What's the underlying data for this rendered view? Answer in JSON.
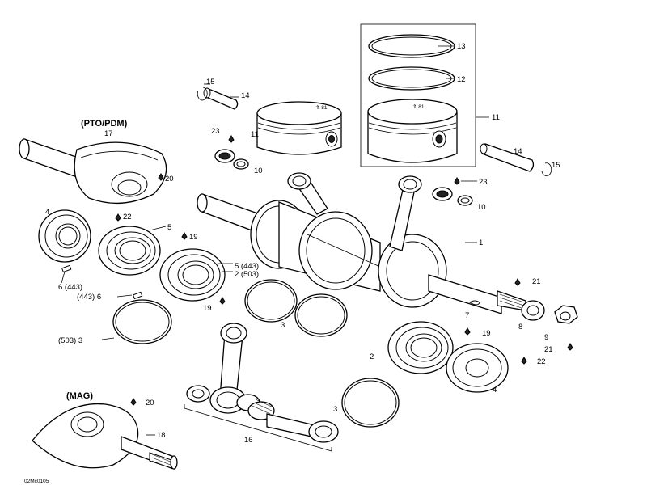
{
  "headers": {
    "pto": "(PTO/PDM)",
    "mag": "(MAG)"
  },
  "image_code": "02Mc0105",
  "callouts": {
    "c13": "13",
    "c12": "12",
    "c11_box": "11",
    "c15_top": "15",
    "c14_top": "14",
    "c23_top": "23",
    "c11_left": "11",
    "c10_left": "10",
    "c17": "17",
    "c20_top": "20",
    "c14_right": "14",
    "c15_right": "15",
    "c23_right": "23",
    "c10_right": "10",
    "c4_left": "4",
    "c22_left": "22",
    "c5_left": "5",
    "c19_left": "19",
    "c1": "1",
    "c6_443": "6 (443)",
    "c443_6": "(443) 6",
    "c5_443": "5 (443)",
    "c2_503": "2 (503)",
    "c19_mid": "19",
    "c3_mid": "3",
    "c503_3": "(503) 3",
    "c21_top": "21",
    "c7": "7",
    "c8": "8",
    "c9": "9",
    "c21_bot": "21",
    "c19_right": "19",
    "c2_right": "2",
    "c22_right": "22",
    "c4_right": "4",
    "c3_low": "3",
    "c16": "16",
    "c20_bot": "20",
    "c18": "18"
  },
  "icons": [
    "sealant-drop-icon",
    "part-drawing"
  ]
}
